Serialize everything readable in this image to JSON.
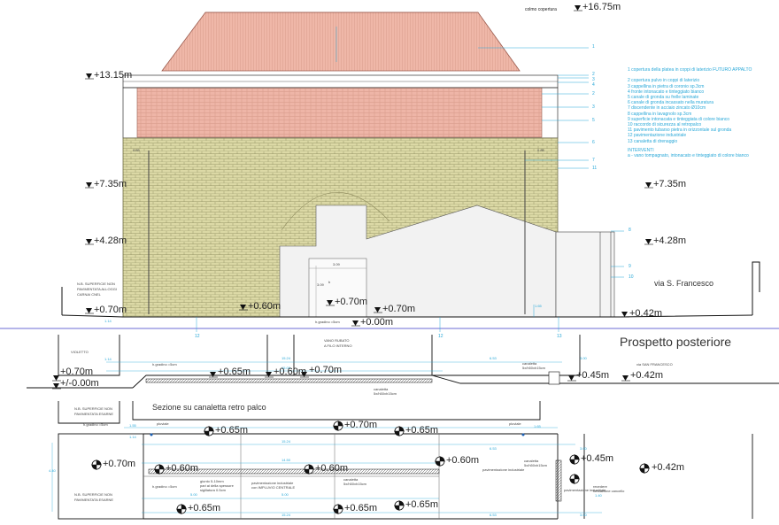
{
  "top_section": {
    "roof_label": "colmo copertura",
    "elevations": [
      "+16.75m",
      "+13.15m",
      "+7.35m",
      "+7.35m",
      "+4.28m",
      "+4.28m",
      "+0.70m",
      "+0.70m",
      "+0.70m",
      "+0.60m",
      "+0.00m",
      "+0.42m"
    ],
    "small_top_labels": [
      "0.85",
      "0.85",
      "3.09",
      "b",
      "3.09"
    ],
    "left_note": [
      "N.B. SUPERFICIE NON",
      "PAVIMENTATA ALLOGGI",
      "CARNAI CNEL"
    ],
    "bottom_dims": [
      "1.14",
      "1.65"
    ],
    "grade_note": "h.gradino =5cm",
    "street_label": "via S. Francesco",
    "right_numbers": [
      "1",
      "2",
      "3",
      "4",
      "2",
      "3",
      "5",
      "6",
      "7",
      "11",
      "8",
      "9",
      "10"
    ],
    "section_marks": [
      "12",
      "12",
      "13"
    ]
  },
  "legend": {
    "items": [
      "1 copertura della platea in coppi di laterizio FUTURO APPALTO",
      "",
      "2 copertura pulvo in coppi di laterizio",
      "3 cappellina in pietra di coronio sp.3cm",
      "4 fronte intonacato e tinteggiato bianco",
      "5 canale di gronda su frelle laminate",
      "6 canale di gronda incassato nella muratura",
      "7 discendente in acciaio zincato Ø10cm",
      "8 cappellina in lavagnolo sp.3cm",
      "9 superficie intonacata e tinteggiata di colore bianco",
      "10 raccordo di sicurezza al retropalco",
      "11 pavimento tubarso pietra in orizzontale sul gronda",
      "12 pavimentazione industriale",
      "13 canaletta di drenaggio"
    ],
    "interventions_title": "INTERVENTI",
    "interventions_text": "a - vano tompagnato, intonacato e tinteggiato di colore bianco"
  },
  "middle_section": {
    "title": "Prospetto posteriore",
    "dims": [
      "1.14",
      "15.24",
      "15.00",
      "6.53",
      "3.00"
    ],
    "labels": [
      "VIOLETTO",
      "VANO RUBATO",
      "A FILO INTERNO",
      "h.gradino =5cm",
      "via SAN FRANCESCO"
    ],
    "elevations": [
      "+0.70m",
      "+/-0.00m",
      "+0.65m",
      "+0.60m",
      "+0.70m",
      "+0.45m",
      "+0.42m"
    ],
    "channel_labels": [
      "canaletta",
      "5x/h50xh15cm",
      "canaletta",
      "5x/h50xh15cm"
    ]
  },
  "bottom_section": {
    "title": "Sezione su canaletta retro palco",
    "dims": [
      "1.55",
      "1.14",
      "15.24",
      "14.50",
      "5.00",
      "5.00",
      "6.53",
      "1.65",
      "3.00",
      "1.40",
      "15.24",
      "6.53",
      "3.00",
      "4.40"
    ],
    "labels": [
      "N.B. SUPERFICIE NON",
      "PAVIMENTATA ESARNE",
      "h.gradino =5cm",
      "pluviale",
      "pluviale",
      "N.B. SUPERFICIE NON",
      "PAVIMENTATA ESARNE",
      "giunto 5-10mm",
      "pari ai della spessore",
      "sigillatura 0.5cm",
      "pavimentazione industriale",
      "con IMPLUVIO CENTRALE",
      "canaletta",
      "5x/h50xh15cm",
      "pavimentazione industriale",
      "canaletta",
      "5x/h50xh15cm",
      "pavimentazione industriale",
      "recedere",
      "fondazione cancello",
      "h.gradino =5cm"
    ],
    "elevations": [
      "+0.65m",
      "+0.70m",
      "+0.65m",
      "+0.70m",
      "+0.60m",
      "+0.60m",
      "+0.60m",
      "+0.45m",
      "+0.42m",
      "+0.65m",
      "+0.65m",
      "+0.65m"
    ]
  }
}
